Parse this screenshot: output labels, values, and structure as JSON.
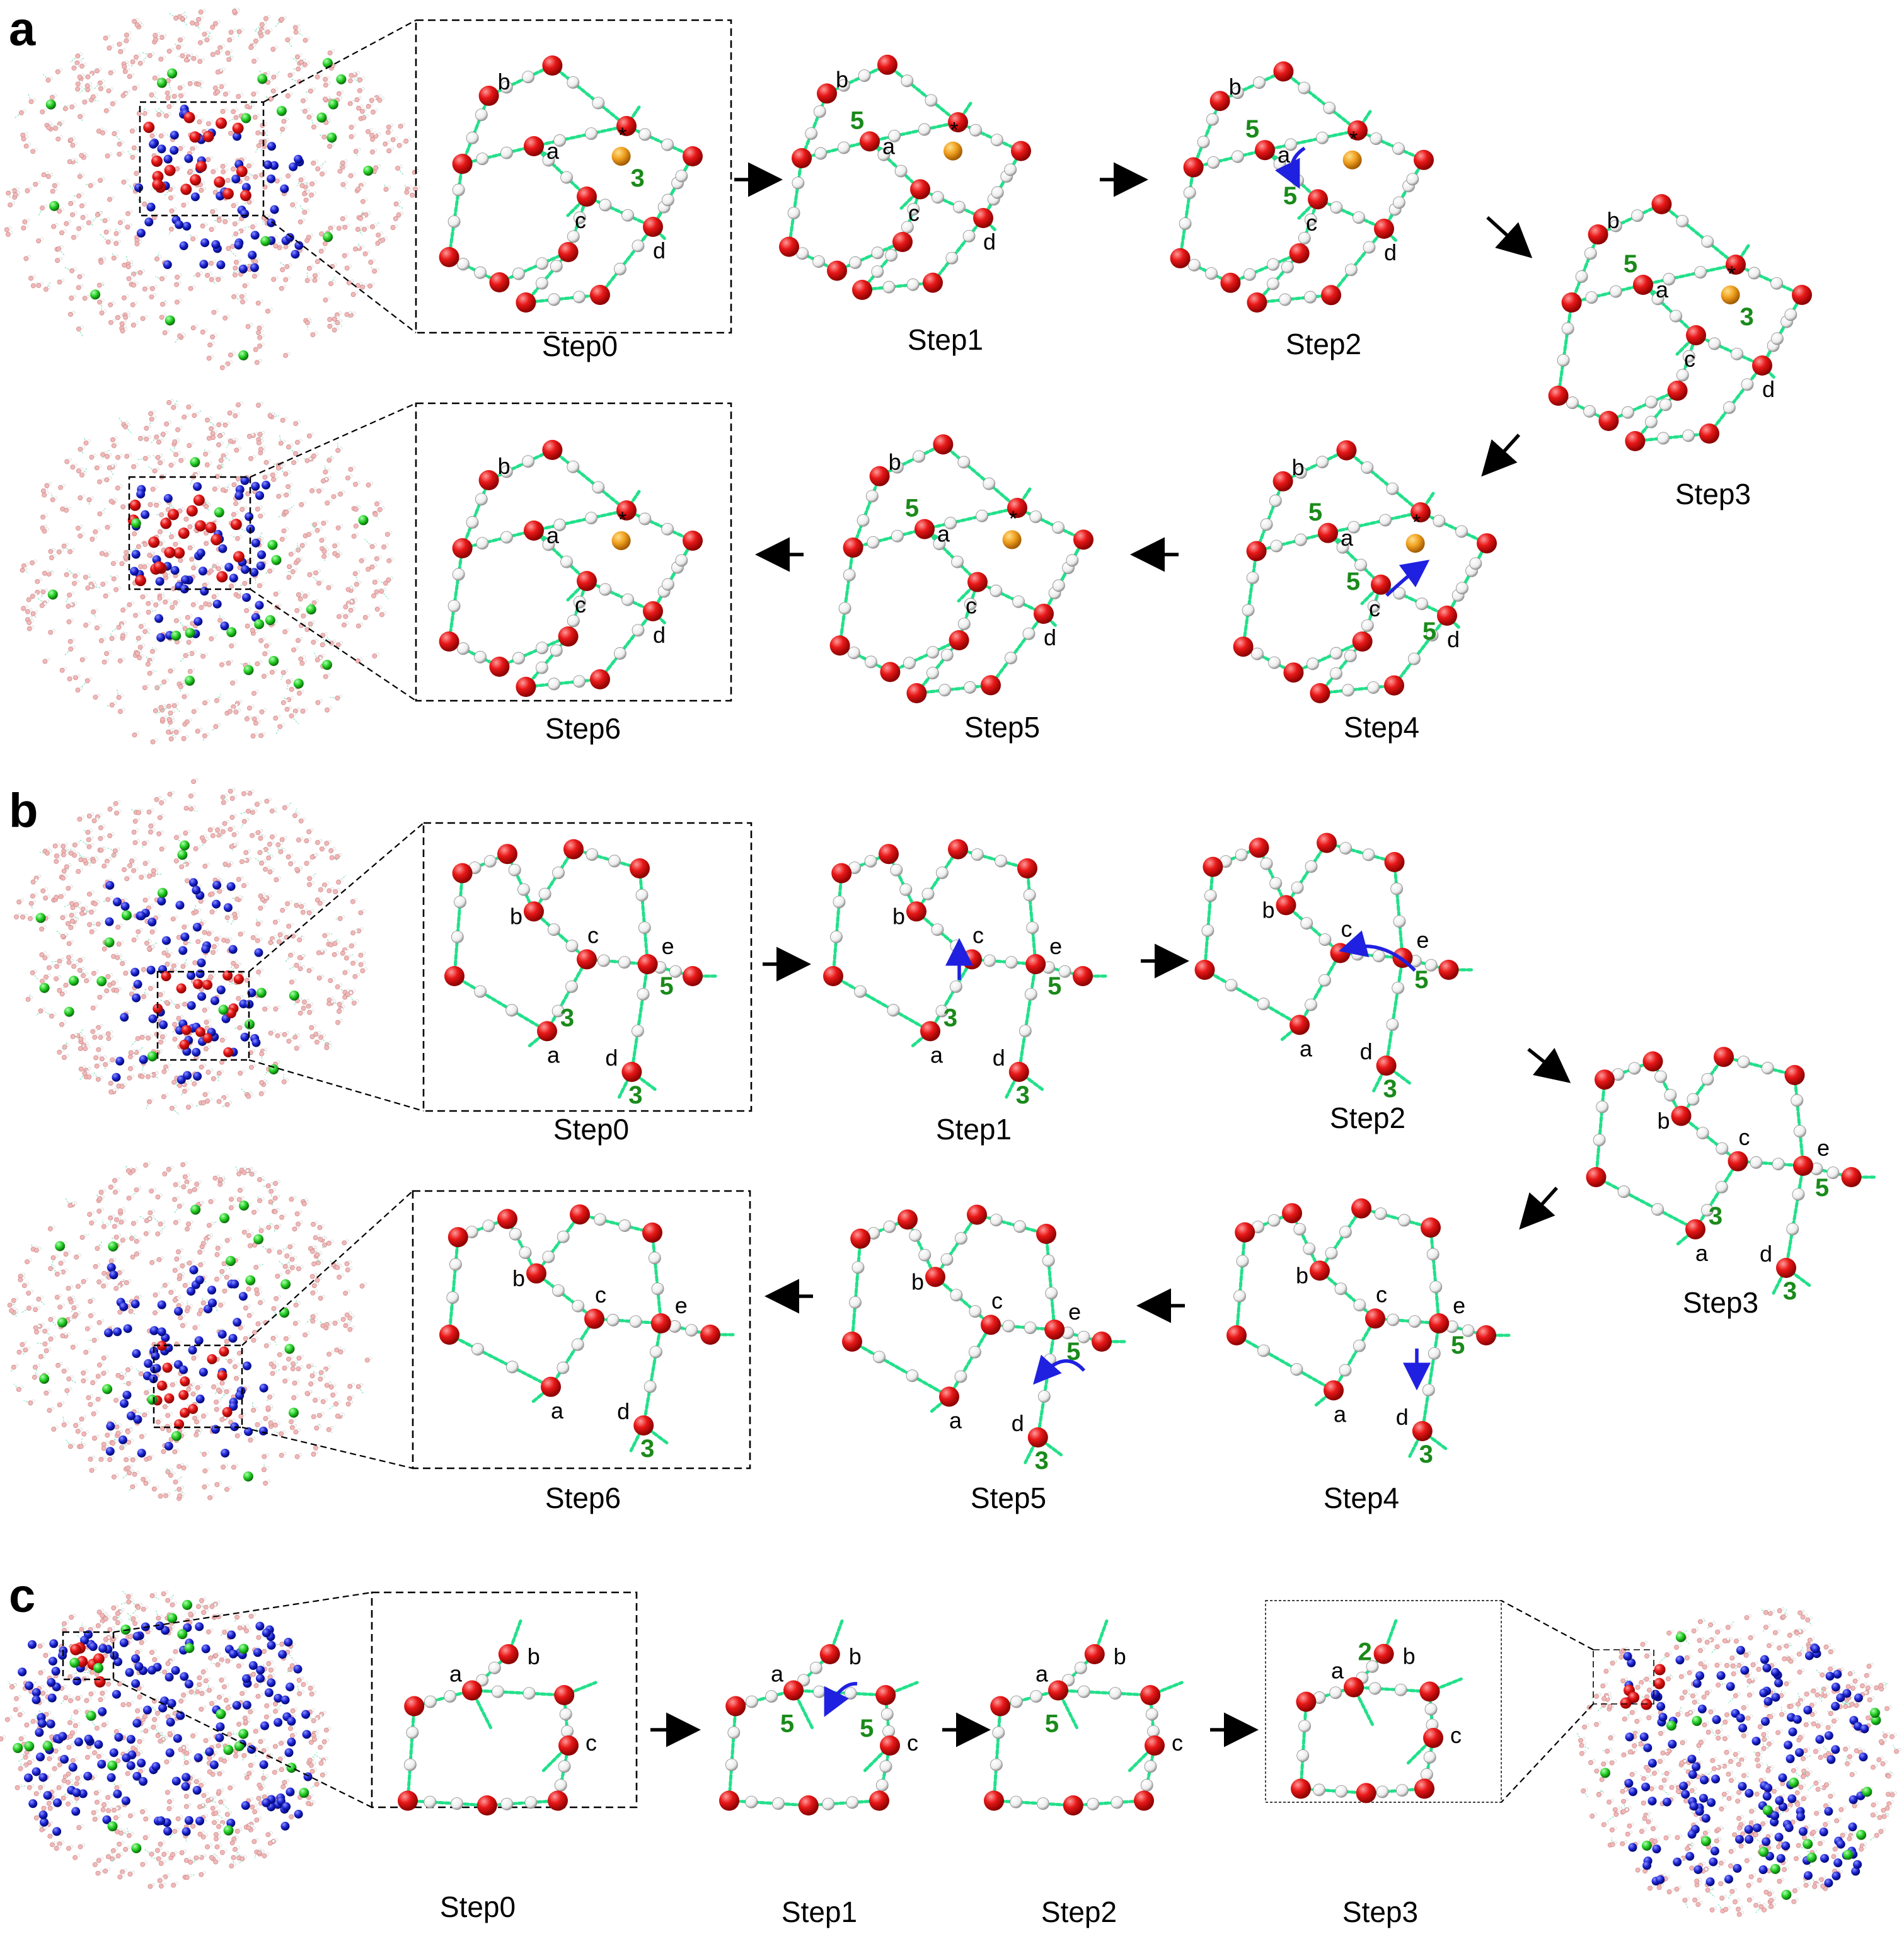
{
  "panels": [
    {
      "letter": "a",
      "steps": [
        "Step0",
        "Step1",
        "Step2",
        "Step3",
        "Step4",
        "Step5",
        "Step6"
      ],
      "atoms": [
        "a",
        "b",
        "c",
        "d"
      ],
      "ring_numbers": [
        "3",
        "5"
      ],
      "marker": "*"
    },
    {
      "letter": "b",
      "steps": [
        "Step0",
        "Step1",
        "Step2",
        "Step3",
        "Step4",
        "Step5",
        "Step6"
      ],
      "atoms": [
        "a",
        "b",
        "c",
        "d",
        "e"
      ],
      "ring_numbers": [
        "3",
        "5"
      ]
    },
    {
      "letter": "c",
      "steps": [
        "Step0",
        "Step1",
        "Step2",
        "Step3"
      ],
      "atoms": [
        "a",
        "b",
        "c"
      ],
      "ring_numbers": [
        "2",
        "5"
      ]
    }
  ],
  "colors": {
    "oxygen": "#e01010",
    "hydrogen": "#f2f2f2",
    "bond": "#22e08a",
    "guest": "#f0a020",
    "ion": "#22cc22",
    "ordered": "#1a22d0",
    "bulk": "#f0b8b8",
    "ring_number": "#1a8a1a",
    "arrow": "#2020e0"
  },
  "icons": [
    "oxygen-atom-icon",
    "hydrogen-atom-icon",
    "hydrogen-bond-icon",
    "rotation-arrow-icon",
    "step-arrow-icon"
  ]
}
